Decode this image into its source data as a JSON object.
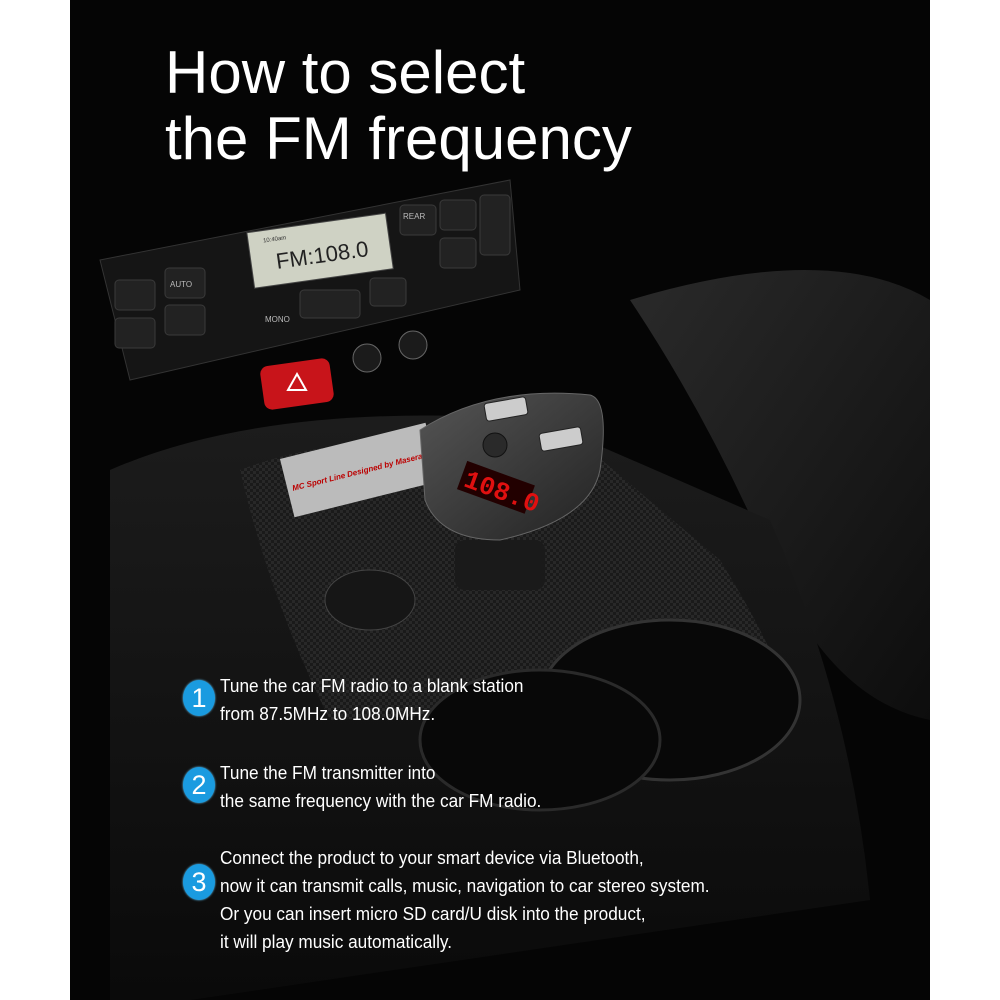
{
  "title": {
    "line1": "How to select",
    "line2": "the FM frequency"
  },
  "radio_display": {
    "frequency": "FM:108.0",
    "time": "10:40am"
  },
  "climate_labels": {
    "auto": "AUTO",
    "rear": "REAR",
    "mono": "MONO"
  },
  "transmitter_display": "108.0",
  "badge_logo_text": "MC Sport Line Designed by Maserati",
  "steps": [
    {
      "number": "1",
      "lines": [
        "Tune the car FM radio to a blank station",
        "from 87.5MHz to 108.0MHz."
      ]
    },
    {
      "number": "2",
      "lines": [
        "Tune the FM transmitter into",
        "the same frequency with the car FM radio."
      ]
    },
    {
      "number": "3",
      "lines": [
        "Connect the product to your smart device via Bluetooth,",
        "now it can transmit calls, music, navigation to car stereo system.",
        "Or you can insert micro SD card/U disk into the product,",
        "it will play music automatically."
      ]
    }
  ],
  "colors": {
    "badge": "#1a9be0",
    "led": "#e01010",
    "hazard": "#c8141a",
    "background": "#050505"
  }
}
